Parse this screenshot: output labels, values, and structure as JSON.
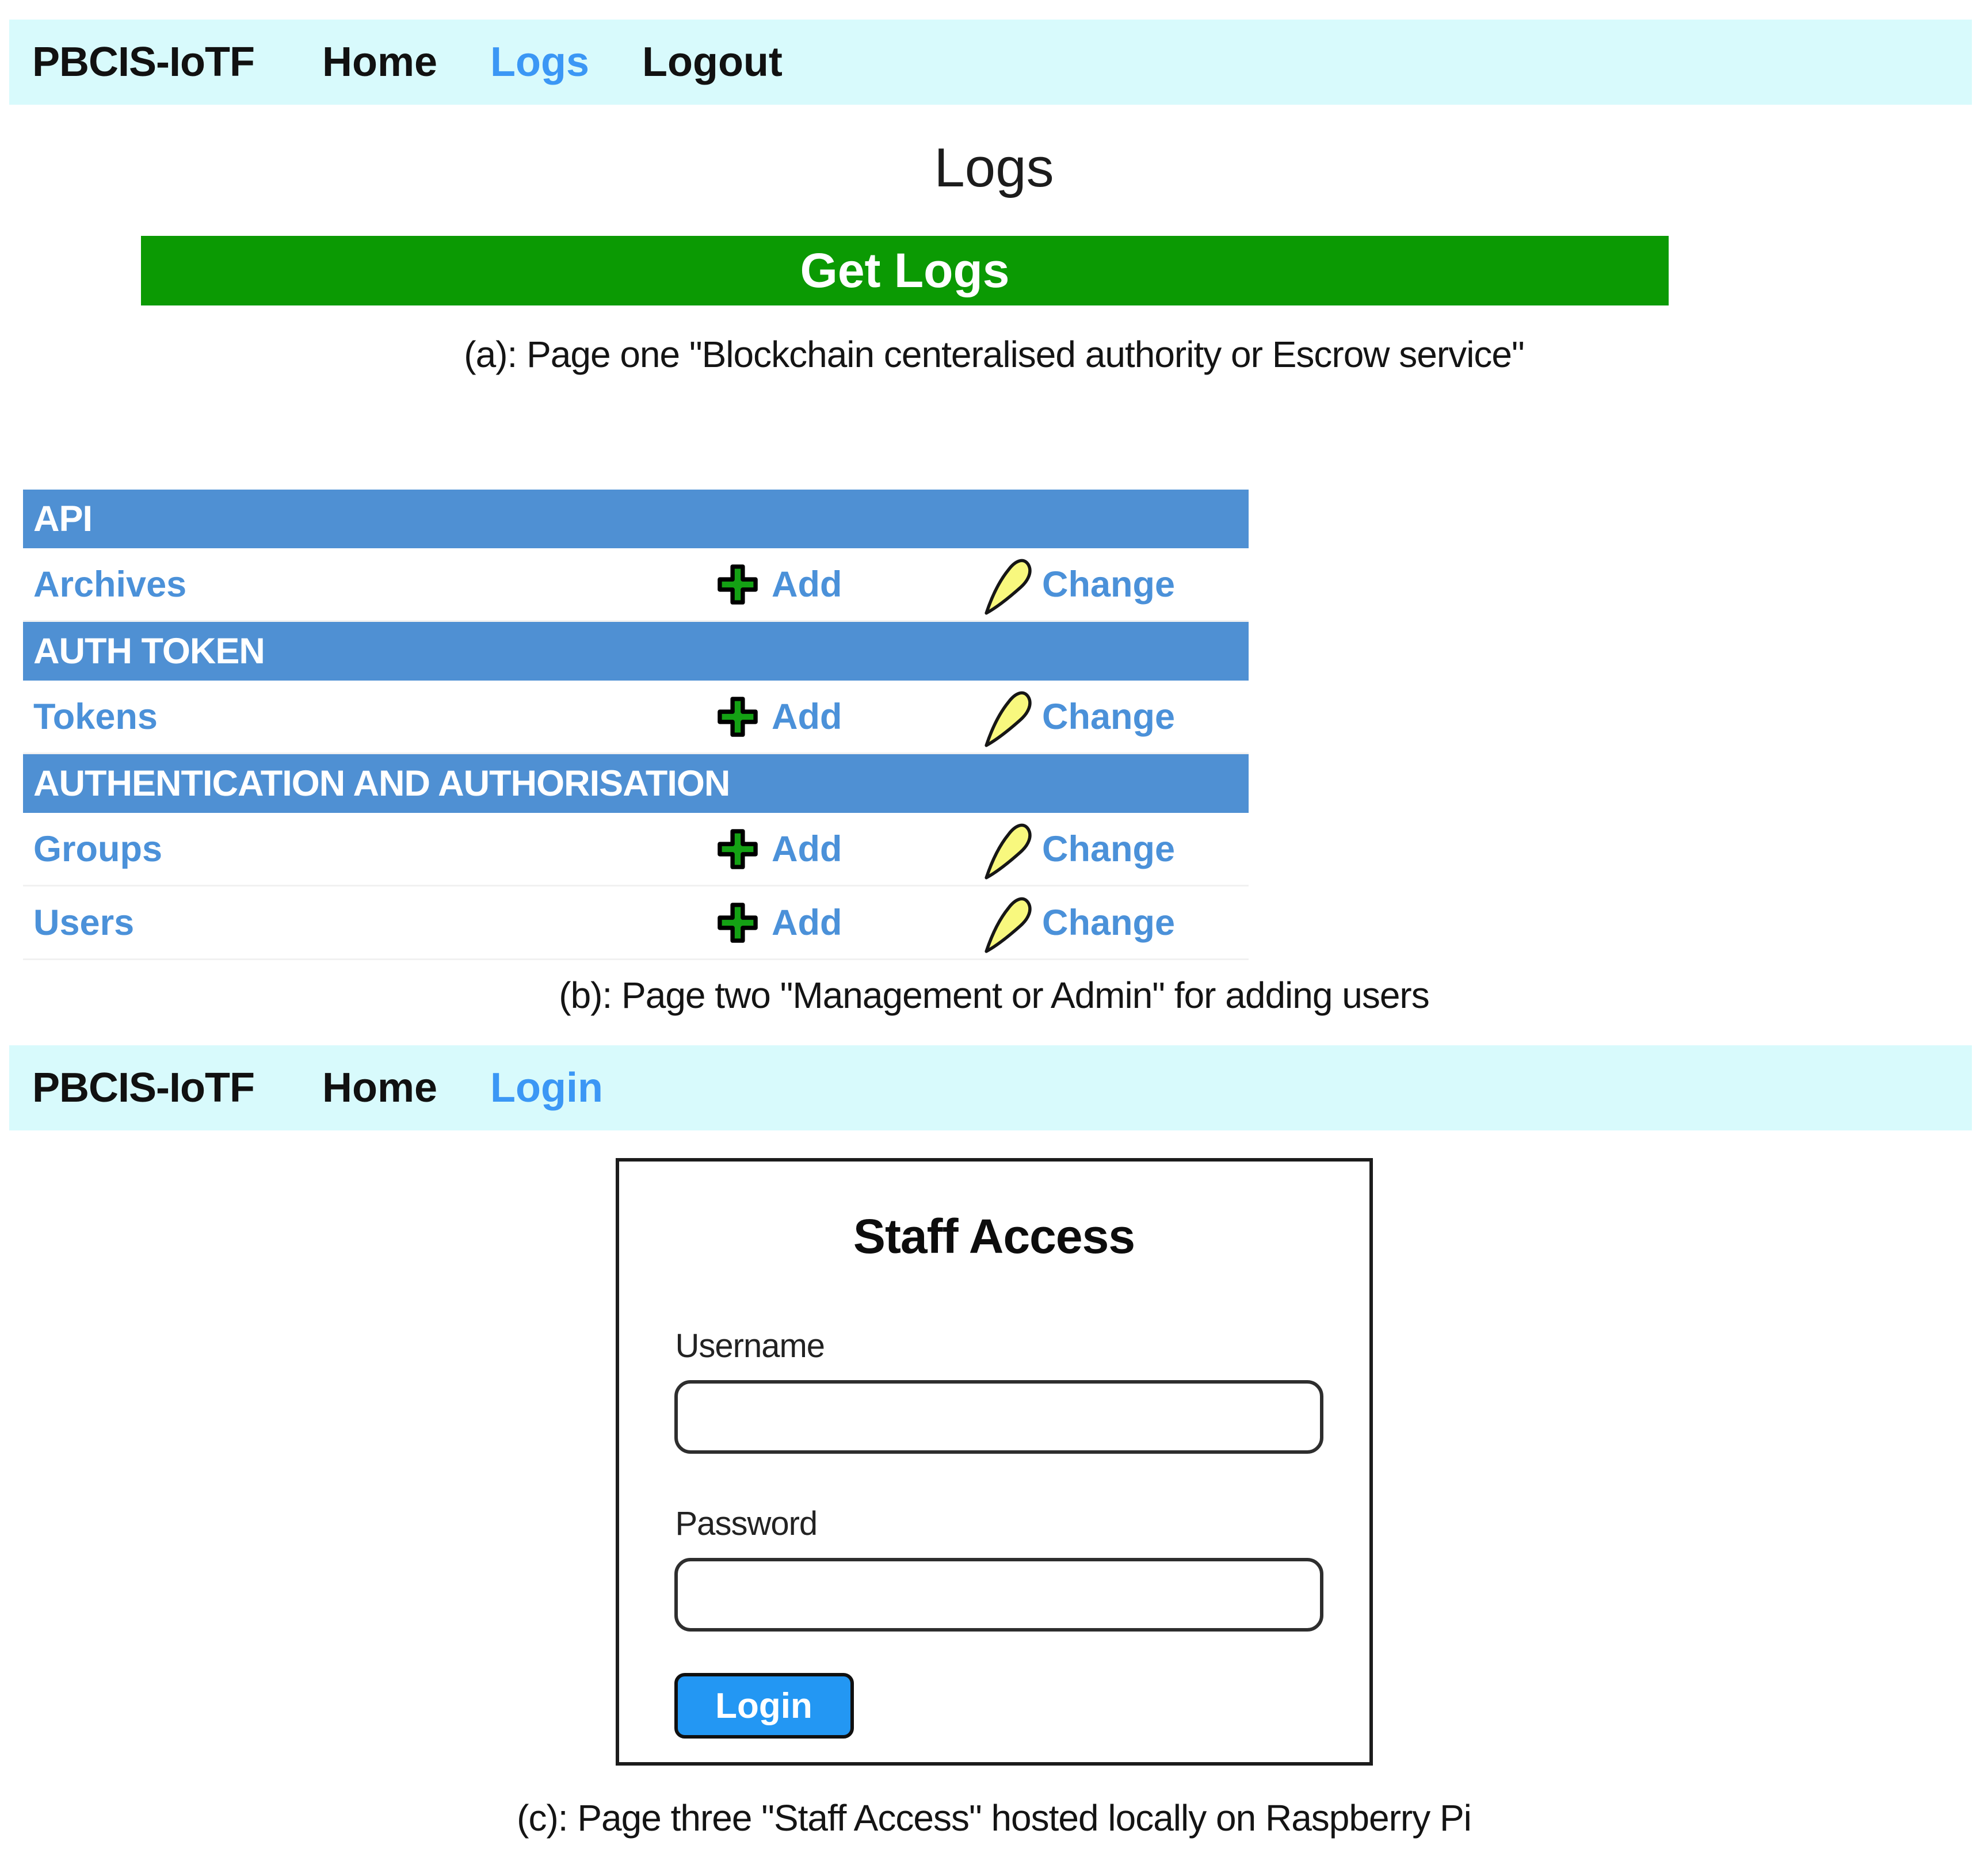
{
  "colors": {
    "navbar_bg": "#d8fafc",
    "nav_link_active": "#3b97f5",
    "get_logs_green": "#0b9a03",
    "admin_bar_blue": "#4f90d3",
    "admin_link_blue": "#4b91d9",
    "add_icon_green": "#14a114",
    "change_icon_yellow": "#f8f87e",
    "login_button_blue": "#2397f3"
  },
  "page_a": {
    "nav": {
      "brand": "PBCIS-IoTF",
      "items": [
        {
          "label": "Home",
          "active": false
        },
        {
          "label": "Logs",
          "active": true
        },
        {
          "label": "Logout",
          "active": false
        }
      ]
    },
    "heading": "Logs",
    "get_logs_button": "Get Logs",
    "caption": "(a): Page one \"Blockchain centeralised authority or Escrow service\""
  },
  "page_b": {
    "sections": [
      {
        "title": "API",
        "rows": [
          {
            "name": "Archives",
            "add_label": "Add",
            "change_label": "Change"
          }
        ]
      },
      {
        "title": "AUTH TOKEN",
        "rows": [
          {
            "name": "Tokens",
            "add_label": "Add",
            "change_label": "Change"
          }
        ]
      },
      {
        "title": "AUTHENTICATION AND AUTHORISATION",
        "rows": [
          {
            "name": "Groups",
            "add_label": "Add",
            "change_label": "Change"
          },
          {
            "name": "Users",
            "add_label": "Add",
            "change_label": "Change"
          }
        ]
      }
    ],
    "caption": "(b): Page two \"Management or Admin\" for adding users"
  },
  "page_c": {
    "nav": {
      "brand": "PBCIS-IoTF",
      "items": [
        {
          "label": "Home",
          "active": false
        },
        {
          "label": "Login",
          "active": true
        }
      ]
    },
    "panel": {
      "title": "Staff Access",
      "username_label": "Username",
      "username_value": "",
      "password_label": "Password",
      "password_value": "",
      "login_button": "Login"
    },
    "caption": "(c): Page three \"Staff Access\" hosted locally on Raspberry Pi"
  }
}
